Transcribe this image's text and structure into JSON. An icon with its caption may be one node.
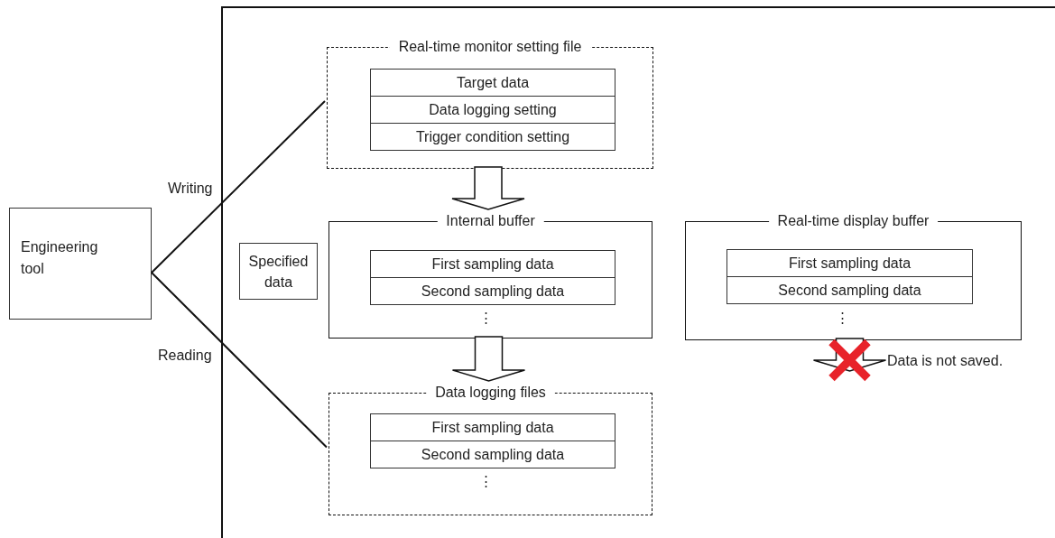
{
  "diagram": {
    "nodes": [
      {
        "text": [
          "Engineering tool"
        ]
      },
      {
        "text": [],
        "shape": "box"
      },
      {
        "text": [
          "Real-time monitor setting file"
        ],
        "in": 1
      },
      {
        "text": [
          "Target data"
        ],
        "in": 2
      },
      {
        "text": [
          "Data logging setting"
        ],
        "in": 2
      },
      {
        "text": [
          "Trigger condition setting"
        ],
        "in": 2
      },
      {
        "text": [
          "Specified data"
        ],
        "in": 1
      },
      {
        "text": [
          "Internal buffer"
        ],
        "in": 1
      },
      {
        "text": [
          "First sampling data"
        ],
        "in": 7
      },
      {
        "text": [
          "Second sampling data"
        ],
        "in": 7
      },
      {
        "text": [
          "Real-time display buffer"
        ],
        "in": 1
      },
      {
        "text": [
          "First sampling data"
        ],
        "in": 10
      },
      {
        "text": [
          "Second sampling data"
        ],
        "in": 10
      },
      {
        "text": [
          "Data logging files"
        ],
        "in": 1
      },
      {
        "text": [
          "First sampling data"
        ],
        "in": 13
      },
      {
        "text": [
          "Second sampling data"
        ],
        "in": 13
      }
    ],
    "edges": [
      {
        "from": 0,
        "to": 2,
        "arrow": "none",
        "label": "Writing"
      },
      {
        "from": 0,
        "to": 13,
        "arrow": "none",
        "label": "Reading"
      },
      {
        "from": 2,
        "to": 7,
        "arrow": "to",
        "style": "thick"
      },
      {
        "from": 7,
        "to": 13,
        "arrow": "to",
        "style": "thick"
      },
      {
        "from": 10,
        "to": null,
        "arrow": "to",
        "style": "thick"
      }
    ],
    "labels": [
      "⋮",
      "⋮",
      "Data is not saved.",
      "⋮"
    ]
  }
}
